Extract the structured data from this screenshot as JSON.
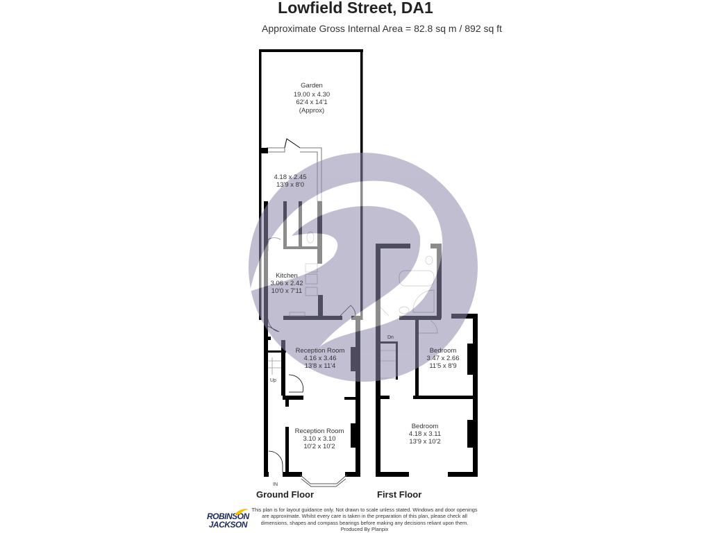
{
  "header": {
    "title": "Lowfield Street, DA1",
    "subtitle": "Approximate Gross Internal Area = 82.8 sq m / 892 sq ft"
  },
  "ground_floor": {
    "label": "Ground Floor",
    "rooms": [
      {
        "name": "Garden",
        "metric": "19.00 x 4.30",
        "imperial": "62'4 x 14'1",
        "note": "(Approx)"
      },
      {
        "name": "",
        "metric": "4.18 x 2.45",
        "imperial": "13'9 x 8'0"
      },
      {
        "name": "Kitchen",
        "metric": "3.06 x 2.42",
        "imperial": "10'0 x 7'11"
      },
      {
        "name": "Reception Room",
        "metric": "4.16 x 3.46",
        "imperial": "13'8 x 11'4"
      },
      {
        "name": "Reception Room",
        "metric": "3.10 x 3.10",
        "imperial": "10'2 x 10'2"
      }
    ],
    "stairs_label": "Up",
    "entrance_label": "IN"
  },
  "first_floor": {
    "label": "First Floor",
    "rooms": [
      {
        "name": "Bedroom",
        "metric": "3.47 x 2.66",
        "imperial": "11'5 x 8'9"
      },
      {
        "name": "Bedroom",
        "metric": "4.18 x 3.11",
        "imperial": "13'9 x 10'2"
      }
    ],
    "stairs_label": "Dn"
  },
  "footer": {
    "disclaimer": "This plan is for layout guidance only. Not drawn to scale unless stated. Windows and door openings are approximate. Whilst every care is taken in the preparation of this plan, please check all dimensions, shapes and compass bearings before making any decisions reliant upon them.",
    "produced_by": "Produced By Planpix",
    "logo_line1": "ROBINSON",
    "logo_line2": "JACKSON"
  },
  "colors": {
    "wall": "#000000",
    "watermark": "#8f8aae",
    "logo": "#1e2a5c",
    "logo_accent": "#f2c200"
  }
}
